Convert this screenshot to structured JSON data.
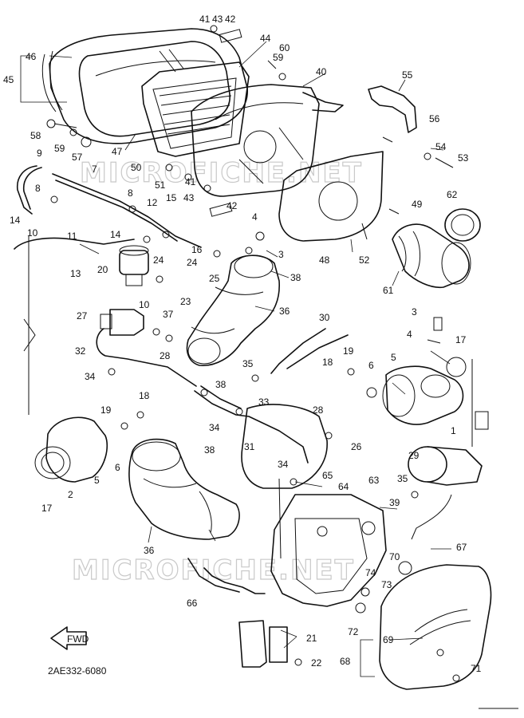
{
  "diagram_code": "2AE332-6080",
  "fwd_label": "FWD",
  "watermarks": [
    "MICROFICHE.NET",
    "MICROFICHE.NET"
  ],
  "callouts": [
    "1",
    "2",
    "3",
    "3",
    "4",
    "4",
    "5",
    "5",
    "6",
    "6",
    "7",
    "8",
    "8",
    "9",
    "10",
    "10",
    "11",
    "12",
    "13",
    "14",
    "14",
    "15",
    "16",
    "17",
    "17",
    "18",
    "18",
    "19",
    "19",
    "20",
    "21",
    "22",
    "23",
    "24",
    "24",
    "25",
    "26",
    "27",
    "28",
    "28",
    "29",
    "30",
    "31",
    "32",
    "33",
    "34",
    "34",
    "34",
    "35",
    "35",
    "36",
    "36",
    "37",
    "38",
    "38",
    "38",
    "39",
    "40",
    "41",
    "41",
    "42",
    "42",
    "43",
    "43",
    "44",
    "45",
    "46",
    "47",
    "48",
    "49",
    "50",
    "51",
    "52",
    "53",
    "54",
    "55",
    "56",
    "57",
    "58",
    "59",
    "59",
    "60",
    "61",
    "62",
    "63",
    "64",
    "65",
    "66",
    "67",
    "68",
    "69",
    "70",
    "71",
    "72",
    "73",
    "74"
  ]
}
